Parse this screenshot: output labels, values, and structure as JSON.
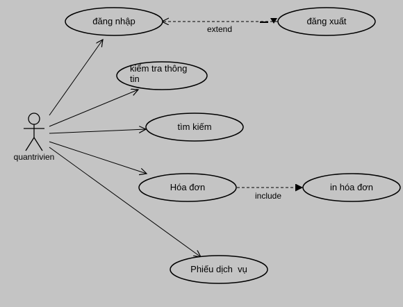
{
  "diagram": {
    "type": "use-case",
    "actor": {
      "name": "quantrivien"
    },
    "use_cases": {
      "dang_nhap": "đăng nhập",
      "dang_xuat": "đăng xuất",
      "kiem_tra_line1": "kiểm tra thông",
      "kiem_tra_line2": "tin",
      "tim_kiem": "tìm kiếm",
      "hoa_don": "Hóa đơn",
      "in_hoa_don": "in hóa đơn",
      "phieu_dich_vu": "Phiếu dịch  vụ"
    },
    "relations": {
      "extend": "extend",
      "include": "include"
    },
    "colors": {
      "background": "#c4c4c4",
      "ellipse_fill": "#c4c4c4",
      "stroke": "#000000"
    }
  }
}
